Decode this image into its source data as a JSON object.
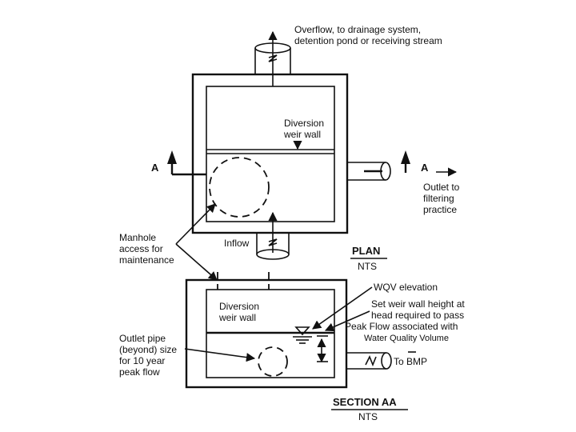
{
  "plan": {
    "overflow_line1": "Overflow, to drainage system,",
    "overflow_line2": "detention pond or receiving stream",
    "diversion_line1": "Diversion",
    "diversion_line2": "weir wall",
    "section_marker_left": "A",
    "section_marker_right": "A",
    "outlet_line1": "Outlet to",
    "outlet_line2": "filtering",
    "outlet_line3": "practice",
    "manhole_line1": "Manhole",
    "manhole_line2": "access for",
    "manhole_line3": "maintenance",
    "inflow": "Inflow",
    "title": "PLAN",
    "scale": "NTS"
  },
  "section": {
    "wqv": "WQV elevation",
    "weir_line1": "Set weir wall height at",
    "weir_line2": "head required to pass",
    "weir_line3": "Peak Flow associated with",
    "weir_line4": "Water Quality Volume",
    "diversion_line1": "Diversion",
    "diversion_line2": "weir wall",
    "outlet_line1": "Outlet pipe",
    "outlet_line2": "(beyond) size",
    "outlet_line3": "for 10 year",
    "outlet_line4": "peak flow",
    "to_bmp": "To BMP",
    "title": "SECTION AA",
    "scale": "NTS"
  }
}
